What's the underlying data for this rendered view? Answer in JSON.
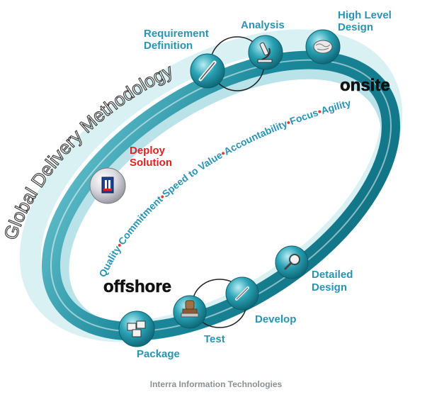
{
  "diagram": {
    "arc_title": "Global Delivery Methodology",
    "values_text": {
      "items": [
        "Quality",
        "Commitment",
        "Speed to Value",
        "Accountability",
        "Focus",
        "Agility"
      ],
      "separator": "•"
    },
    "regions": {
      "onsite": "onsite",
      "offshore": "offshore"
    },
    "steps": {
      "requirement": {
        "line1": "Requirement",
        "line2": "Definition",
        "icon": "pen-icon"
      },
      "analysis": {
        "line1": "Analysis",
        "icon": "microscope-icon"
      },
      "high_level": {
        "line1": "High Level",
        "line2": "Design",
        "icon": "brain-icon"
      },
      "deploy": {
        "line1": "Deploy",
        "line2": "Solution",
        "icon": "building-icon"
      },
      "detailed": {
        "line1": "Detailed",
        "line2": "Design",
        "icon": "magnifier-icon"
      },
      "develop": {
        "line1": "Develop",
        "icon": "pencil-icon"
      },
      "test": {
        "line1": "Test",
        "icon": "stamp-icon"
      },
      "package": {
        "line1": "Package",
        "icon": "boxes-icon"
      }
    },
    "footer": "Interra Information Technologies"
  },
  "colors": {
    "ring_dark": "#1b8a9c",
    "ring_light": "#8fd3dd",
    "label_teal": "#2a93b2",
    "label_red": "#e02020",
    "separator_red": "#e8372f",
    "text_black": "#111111",
    "footer_gray": "#8a8f95"
  }
}
